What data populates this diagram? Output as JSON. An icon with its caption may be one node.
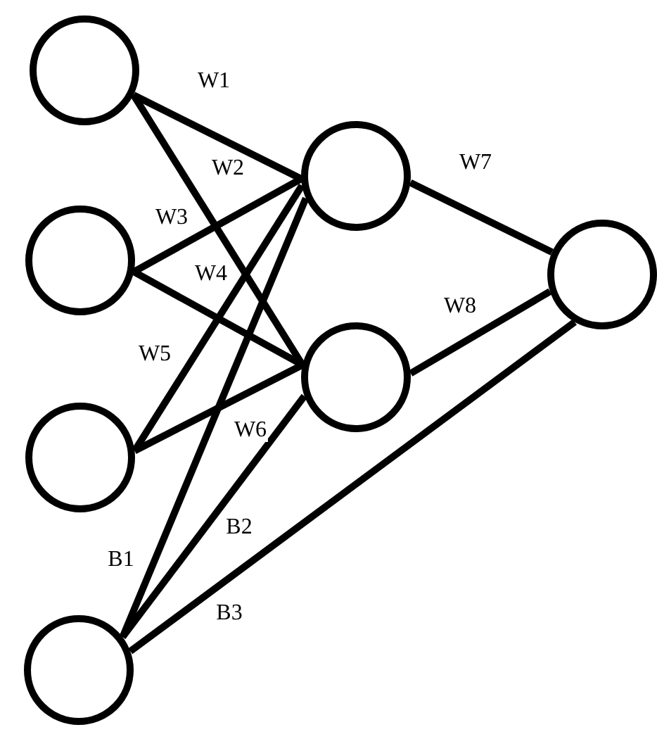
{
  "diagram": {
    "nodes": [
      {
        "text": [],
        "shape": "circle"
      },
      {
        "text": [],
        "shape": "circle"
      },
      {
        "text": [],
        "shape": "circle"
      },
      {
        "text": [],
        "shape": "circle"
      },
      {
        "text": [],
        "shape": "circle"
      },
      {
        "text": [],
        "shape": "circle"
      },
      {
        "text": [],
        "shape": "circle"
      }
    ],
    "edges": [
      {
        "from": 0,
        "to": 4,
        "arrow": "none",
        "label": "W1"
      },
      {
        "from": 0,
        "to": 5,
        "arrow": "none",
        "label": "W2"
      },
      {
        "from": 1,
        "to": 4,
        "arrow": "none",
        "label": "W3"
      },
      {
        "from": 1,
        "to": 5,
        "arrow": "none",
        "label": "W4"
      },
      {
        "from": 2,
        "to": 4,
        "arrow": "none",
        "label": "W5"
      },
      {
        "from": 2,
        "to": 5,
        "arrow": "none",
        "label": "W6"
      },
      {
        "from": 3,
        "to": 4,
        "arrow": "none",
        "label": "B1"
      },
      {
        "from": 3,
        "to": 5,
        "arrow": "none",
        "label": "B2"
      },
      {
        "from": 3,
        "to": 6,
        "arrow": "none",
        "label": "B3"
      },
      {
        "from": 4,
        "to": 6,
        "arrow": "none",
        "label": "W7"
      },
      {
        "from": 5,
        "to": 6,
        "arrow": "none",
        "label": "W8"
      }
    ]
  }
}
